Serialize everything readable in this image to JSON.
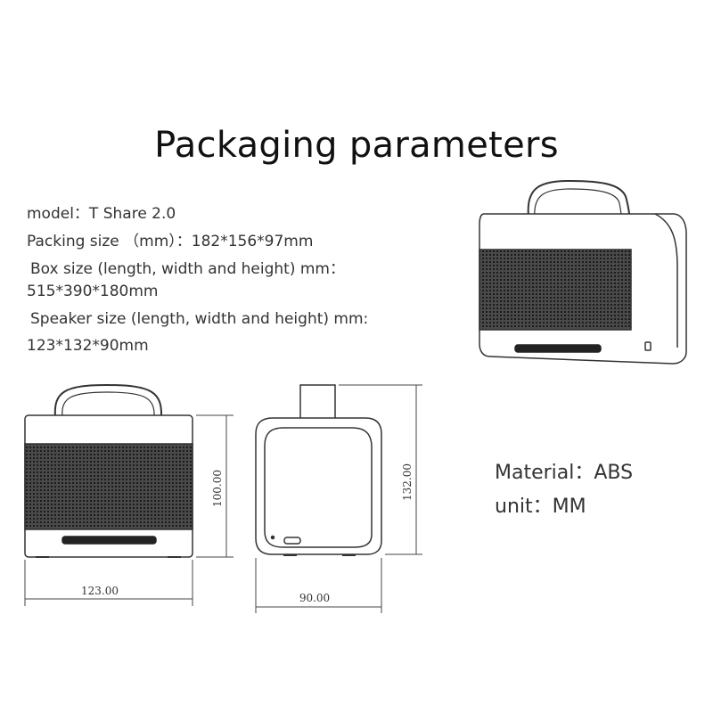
{
  "title": "Packaging parameters",
  "specs": {
    "model": "model：T Share 2.0",
    "packing_size": "Packing size （mm）：182*156*97mm",
    "box_size_label": "Box size (length, width and height) mm：",
    "box_size_value": "515*390*180mm",
    "speaker_size_label": "Speaker size (length, width and height) mm:",
    "speaker_size_value": "123*132*90mm"
  },
  "material": {
    "material": "Material：ABS",
    "unit": "unit：MM"
  },
  "dimensions": {
    "front_width": "123.00",
    "front_height": "100.00",
    "side_width": "90.00",
    "side_height": "132.00"
  }
}
